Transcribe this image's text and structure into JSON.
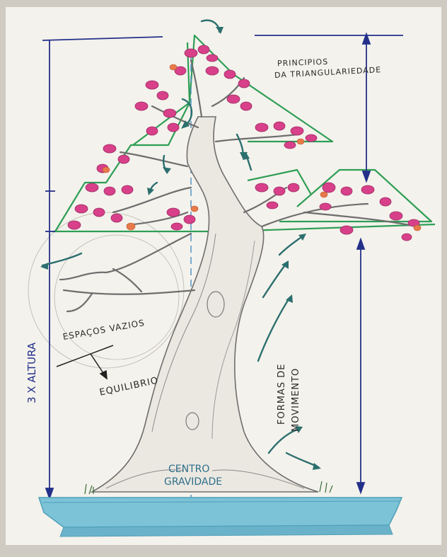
{
  "labels": {
    "principios_line1": "PRINCIPIOS",
    "principios_line2": "DA TRIANGULARIEDADE",
    "altura": "3 X ALTURA",
    "espacos_vazios": "ESPAÇOS VAZIOS",
    "equilibrio": "EQUILIBRIO",
    "formas_line1": "FORMAS DE",
    "formas_line2": "MOVIMENTO",
    "centro": "CENTRO",
    "gravidade": "GRAVIDADE"
  },
  "colors": {
    "paper": "#f4f2ec",
    "pot": "#7cc3d8",
    "pot_dark": "#4f9fb8",
    "triangle_green": "#2e9e55",
    "arrow_teal": "#2c6f6f",
    "dimension_blue": "#23308a",
    "flower_pink": "#d8408a",
    "flower_orange": "#e87a4a",
    "trunk_shading": "#8a8a8a"
  }
}
